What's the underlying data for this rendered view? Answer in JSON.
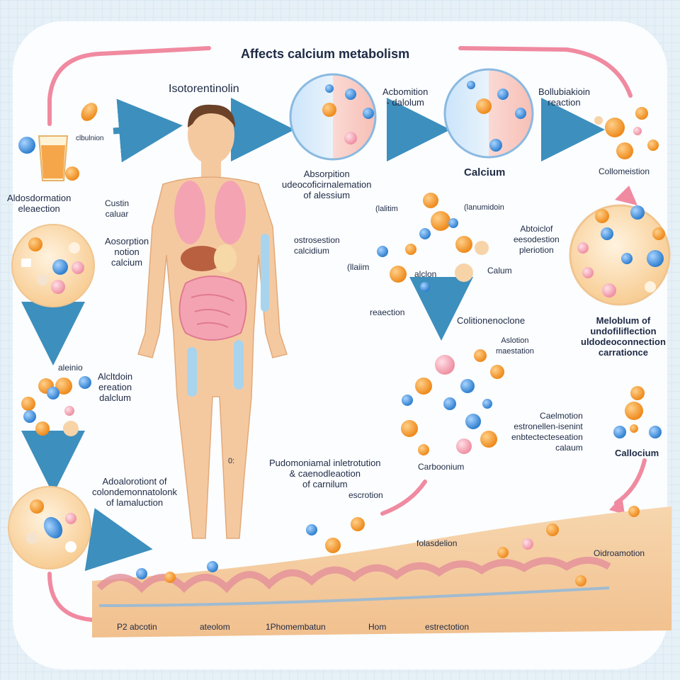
{
  "title": "Affects calcium metabolism",
  "subject": "Isotorentinolin",
  "labels": {
    "cup": "Aldosdormation\neleaection",
    "cup_small": "clbulnion",
    "castin": "Custin\ncaluar",
    "adsorption_left": "Aosorption\nnotion\ncalcium",
    "circle1_caption": "Absorpition\nudeocoficirnalemation\nof alessium",
    "circle2_top": "Acbomition\n- dalolum",
    "circle2_caption": "Calcium",
    "circle3_top": "Bollubiakioin\nreaction",
    "cluster_top_right": "Collomeistion",
    "arm_label": "ostrosestion\ncalcidium",
    "mid_plain": "(llaiim",
    "mid_alcin": "alclon",
    "mid_calum": "Calum",
    "mid_top_left": "(lalitim",
    "mid_top_right": "(lanumidoin",
    "reaction_mid": "reaection",
    "absorption_mid": "Abtoiclof\neesodestion\npleriotion",
    "metabolism_right": "Meloblum of\nundofiliflection\nuldodeoconnection\ncarrationce",
    "left_small": "aleinio",
    "left_mid_label": "Alcltdoin\nereation\ndalclum",
    "center_right_top": "Colitionenoclone",
    "center_right_small": "Aslotion\nmaestation",
    "adsorption_bottom_left": "Adoalorotiont of\ncolondemonnatolonk\nof lamaluction",
    "knee_label": "0:",
    "formula_block": "Pudomoniamal inletrotution\n& caenodleaotion\nof carnilum",
    "escretion": "escrotion",
    "carbomium": "Carboonium",
    "cascade_right": "Caelmotion\nestronellen-isenint\nenbtectecteseation\ncalaum",
    "calcecium": "Callocium",
    "gut_top_mid": "folasdelion",
    "gut_top_right": "Oidroamotion",
    "bottom_labels": [
      "P2 abcotin",
      "ateolom",
      "1Phomembatun",
      "Hom",
      "estrectotion"
    ]
  },
  "colors": {
    "accent_pink": "#f08aa0",
    "arrow_blue": "#3d8fbd",
    "calcium_orange": "#f39a2e",
    "ion_blue": "#3f8fd8",
    "skin": "#f5c9a0",
    "gut_tissue": "#f3c79e",
    "lung": "#f4a3b3"
  }
}
